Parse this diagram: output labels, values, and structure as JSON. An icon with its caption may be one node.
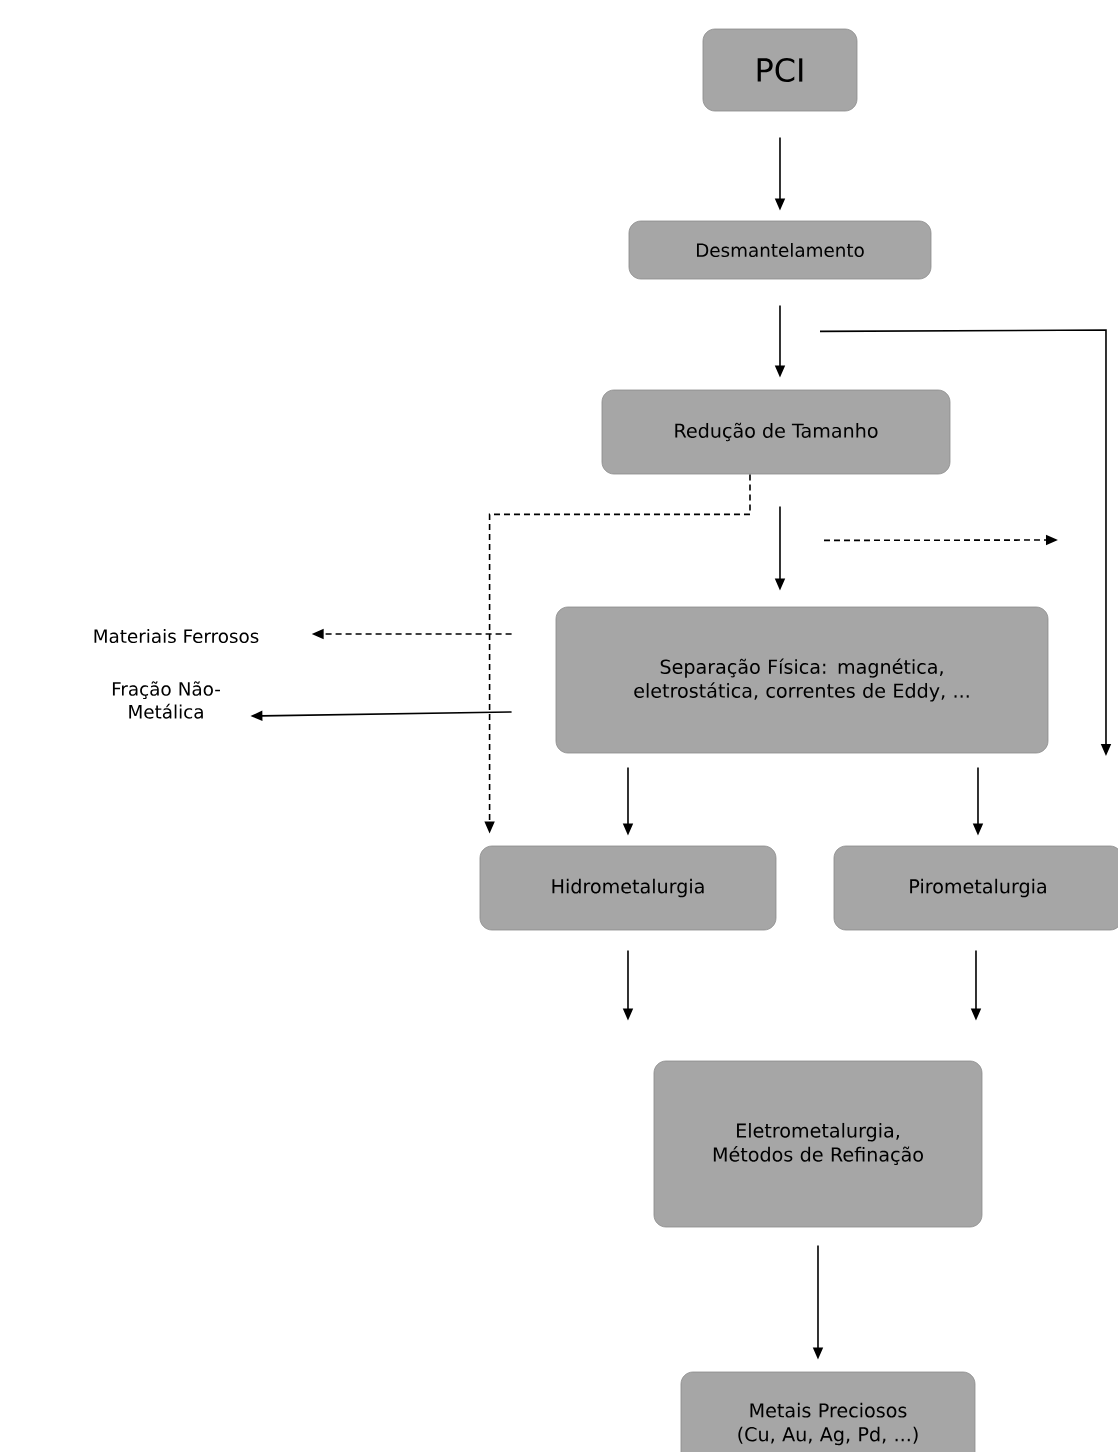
{
  "diagram": {
    "nodes": [
      {
        "text": [
          "PCI"
        ]
      },
      {
        "text": [
          "Desmantelamento"
        ]
      },
      {
        "text": [
          "Redução de Tamanho"
        ]
      },
      {
        "text": [
          "Materiais Ferrosos"
        ]
      },
      {
        "text": [
          "Fração Não-Metálica"
        ]
      },
      {
        "text": [
          "Separação Física: magnética, eletrostática, correntes de Eddy, ..."
        ]
      },
      {
        "text": [
          "Hidrometalurgia"
        ]
      },
      {
        "text": [
          "Pirometalurgia"
        ]
      },
      {
        "text": [
          "Eletrometalurgia, Métodos de Refinação"
        ]
      },
      {
        "text": [
          "Metais Preciosos (Cu, Au, Ag, Pd, ...)"
        ]
      }
    ],
    "edges": [
      {
        "from": 0,
        "to": 1,
        "arrow": "to"
      },
      {
        "from": 1,
        "to": 2,
        "arrow": "to"
      },
      {
        "from": 1,
        "to": null,
        "arrow": "to"
      },
      {
        "from": 2,
        "to": 5,
        "arrow": "to"
      },
      {
        "from": 2,
        "to": 6,
        "arrow": "to",
        "style": "dashed"
      },
      {
        "from": 2,
        "to": null,
        "arrow": "to",
        "style": "dashed"
      },
      {
        "from": 5,
        "to": 3,
        "arrow": "to",
        "style": "dashed"
      },
      {
        "from": 5,
        "to": 4,
        "arrow": "to"
      },
      {
        "from": 5,
        "to": 6,
        "arrow": "to"
      },
      {
        "from": 5,
        "to": 7,
        "arrow": "to"
      },
      {
        "from": 6,
        "to": 8,
        "arrow": "to"
      },
      {
        "from": 7,
        "to": 8,
        "arrow": "to"
      },
      {
        "from": 8,
        "to": 9,
        "arrow": "to"
      }
    ]
  }
}
